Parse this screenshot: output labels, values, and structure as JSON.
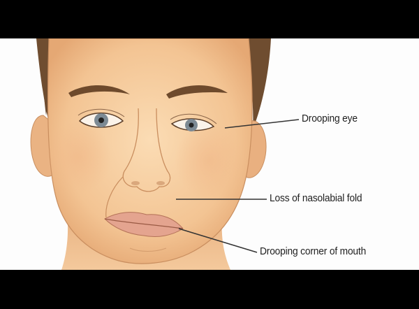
{
  "diagram": {
    "labels": {
      "drooping_eye": "Drooping eye",
      "nasolabial_fold": "Loss of nasolabial fold",
      "drooping_mouth": "Drooping corner of mouth"
    },
    "colors": {
      "background": "#fdfdfd",
      "letterbox": "#000000",
      "skin": "#f6cda1",
      "skin_shadow": "#e7ad7c",
      "hair": "#6b4a2e",
      "lips": "#e4a48f",
      "iris": "#7d8a94",
      "callout_line": "#333333"
    }
  }
}
